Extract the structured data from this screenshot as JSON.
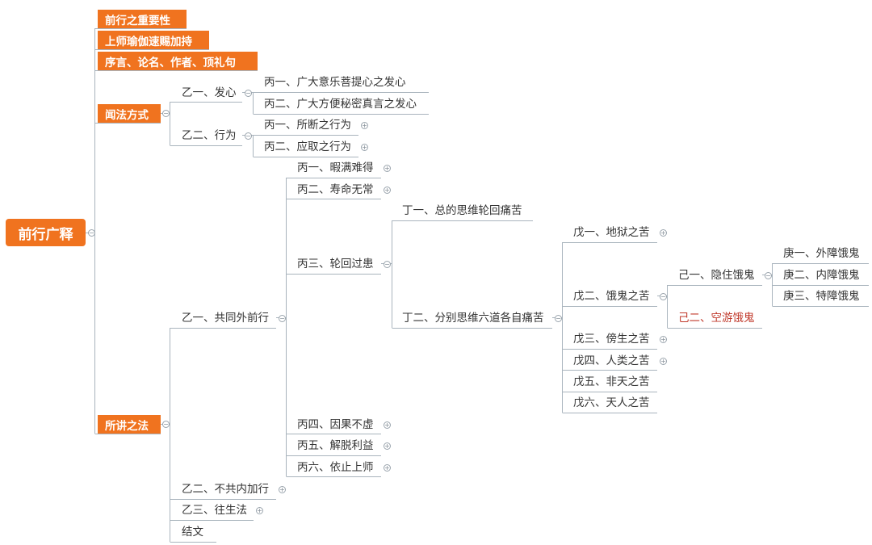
{
  "colors": {
    "accent": "#f0731f",
    "line": "#a9b4bd",
    "text": "#333333",
    "highlight_text": "#c0392b"
  },
  "mindmap": {
    "root": "前行广释",
    "level1": {
      "importance": "前行之重要性",
      "guru_yoga": "上师瑜伽速赐加持",
      "preface": "序言、论名、作者、顶礼句",
      "listening": "闻法方式",
      "teaching": "所讲之法"
    },
    "listening": {
      "motivation": "乙一、发心",
      "motivation_vast_bodhicitta": "丙一、广大意乐菩提心之发心",
      "motivation_secret_mantra": "丙二、广大方便秘密真言之发心",
      "conduct": "乙二、行为",
      "conduct_abandon": "丙一、所断之行为",
      "conduct_adopt": "丙二、应取之行为"
    },
    "teaching": {
      "common_outer": "乙一、共同外前行",
      "leisure": "丙一、暇满难得",
      "impermanence": "丙二、寿命无常",
      "samsara": "丙三、轮回过患",
      "samsara_general": "丁一、总的思维轮回痛苦",
      "samsara_six_realms": "丁二、分别思维六道各自痛苦",
      "hell": "戊一、地狱之苦",
      "preta": "戊二、饿鬼之苦",
      "preta_dwelling": "己一、隐住饿鬼",
      "preta_outer": "庚一、外障饿鬼",
      "preta_inner": "庚二、内障饿鬼",
      "preta_special": "庚三、特障饿鬼",
      "preta_wandering": "己二、空游饿鬼",
      "animal": "戊三、傍生之苦",
      "human": "戊四、人类之苦",
      "demigod": "戊五、非天之苦",
      "god": "戊六、天人之苦",
      "karma": "丙四、因果不虚",
      "liberation": "丙五、解脱利益",
      "guru": "丙六、依止上师",
      "uncommon_inner": "乙二、不共内加行",
      "transference": "乙三、往生法",
      "conclusion": "结文"
    }
  }
}
